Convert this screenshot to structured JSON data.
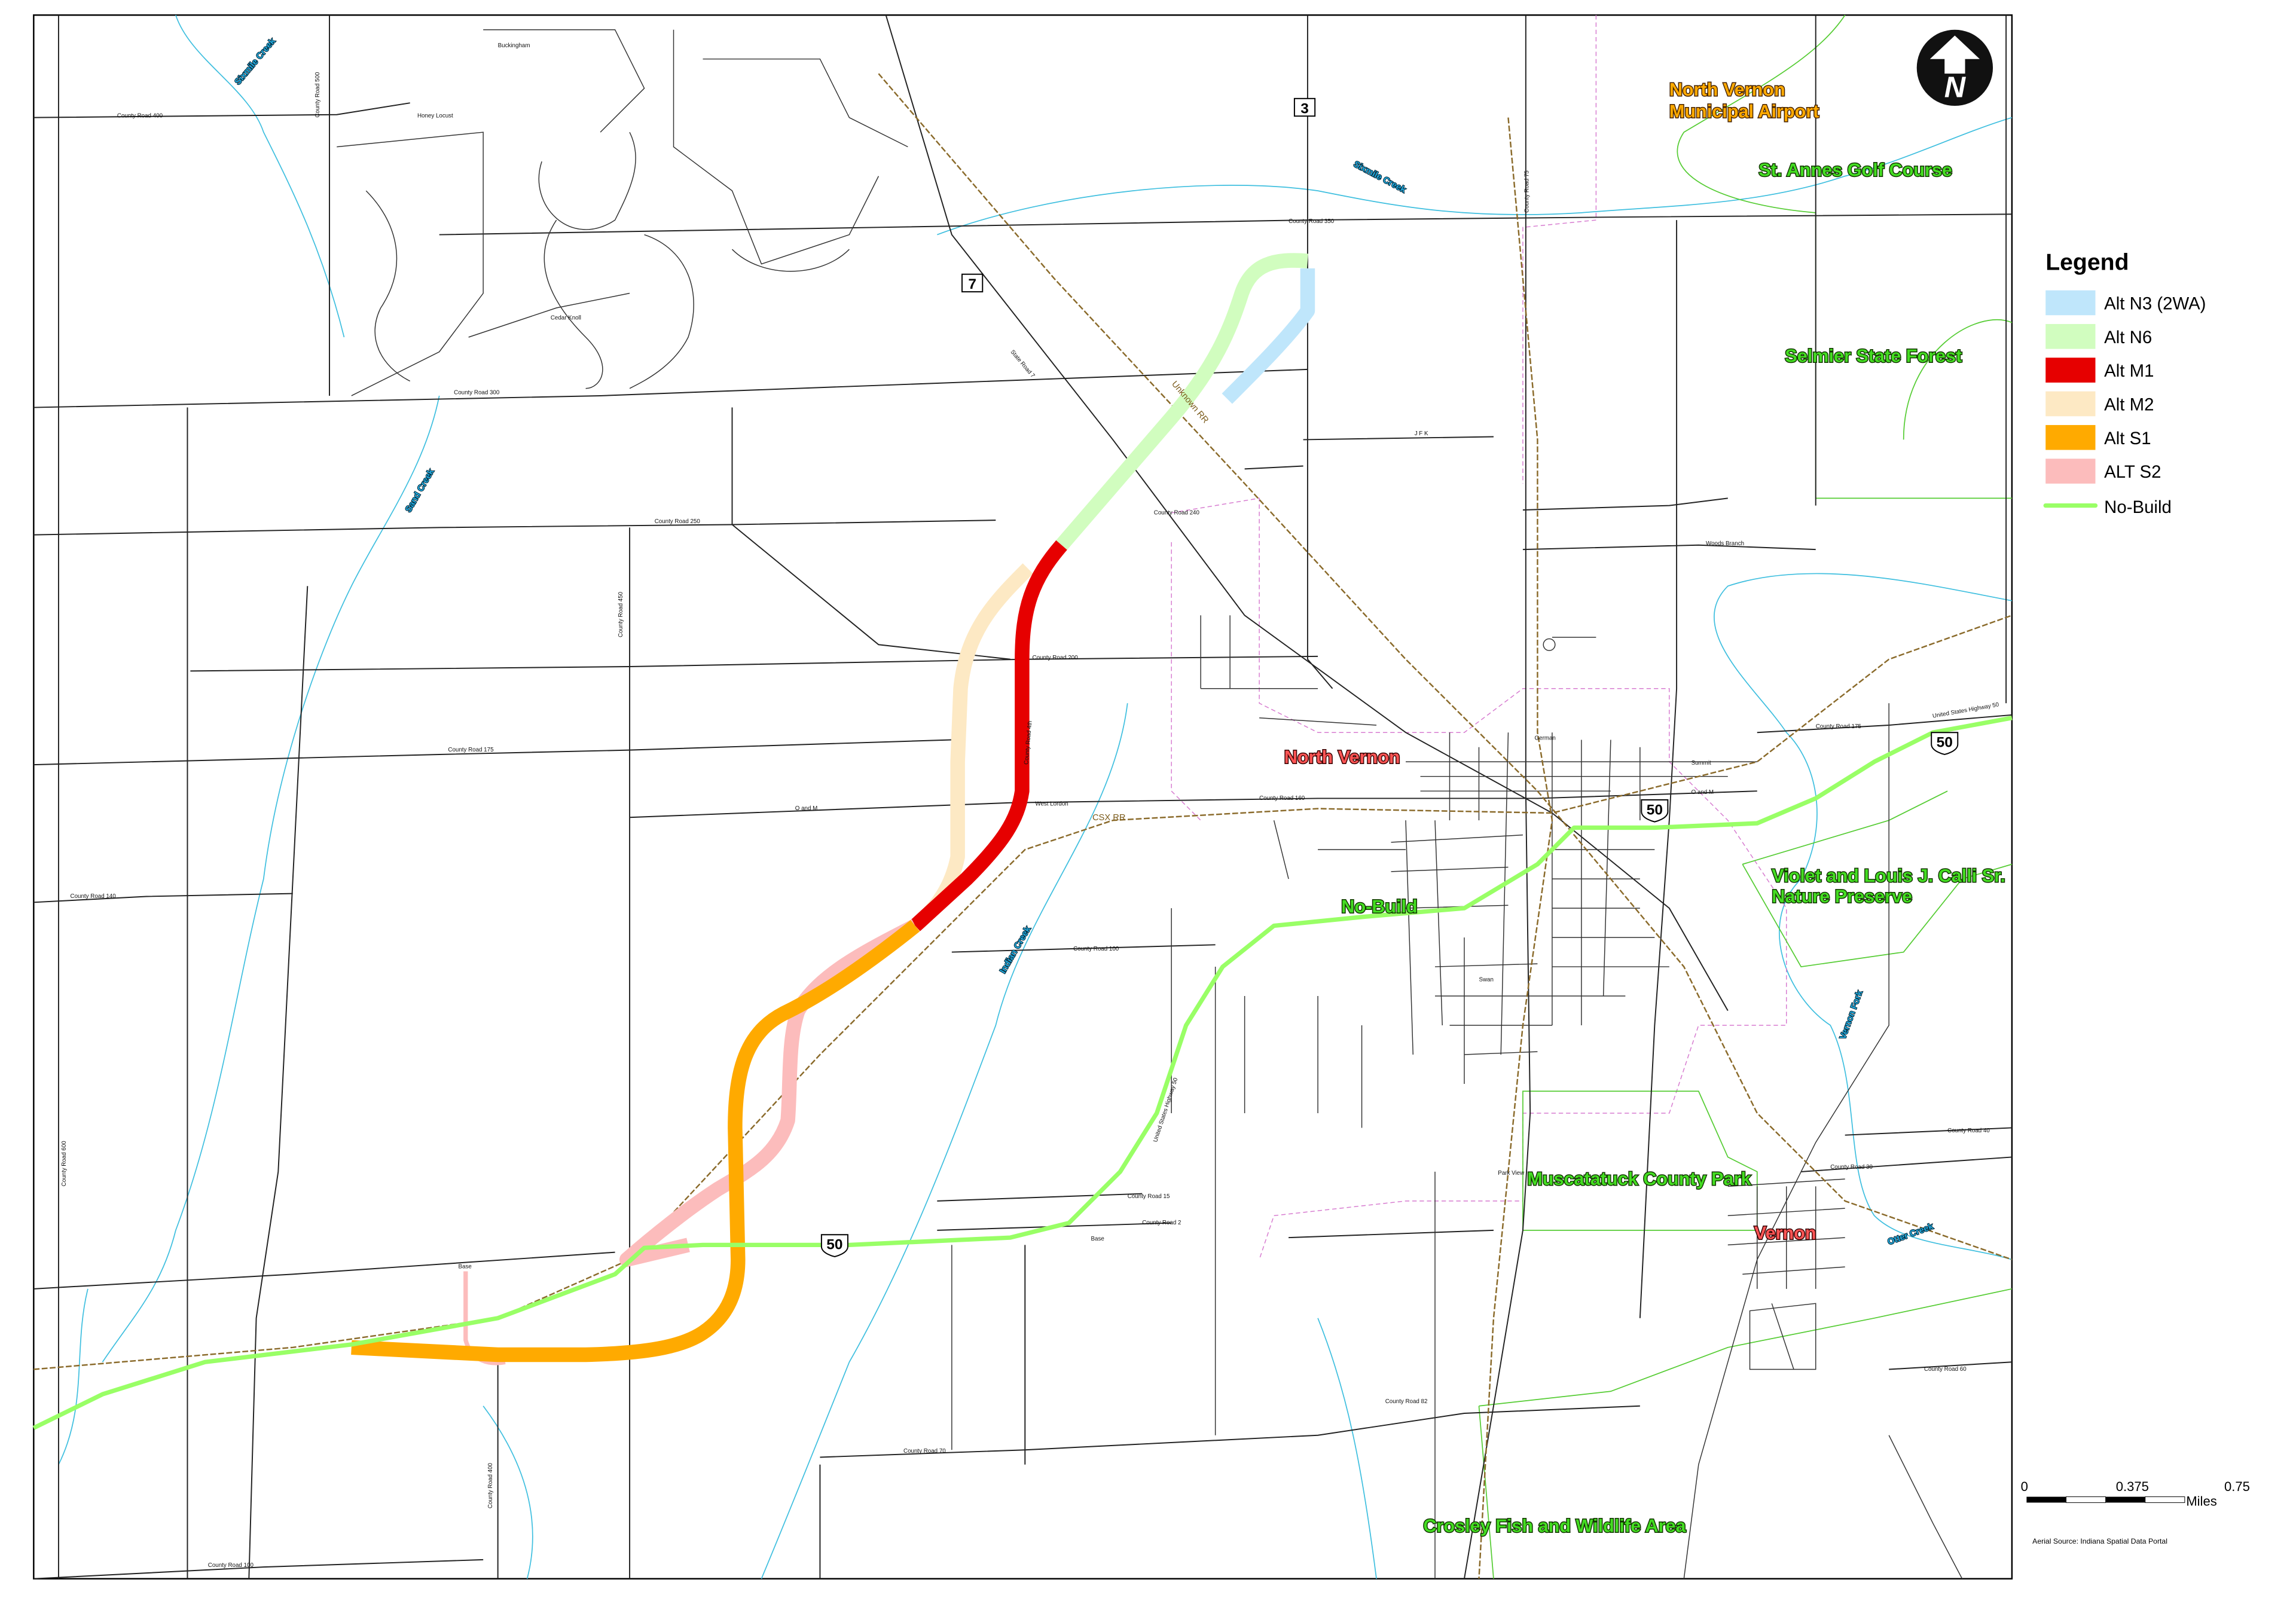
{
  "legend": {
    "title": "Legend",
    "items": [
      {
        "label": "Alt N3 (2WA)",
        "color": "#bfe6fb",
        "type": "fill"
      },
      {
        "label": "Alt N6",
        "color": "#d1fdbf",
        "type": "fill"
      },
      {
        "label": "Alt M1",
        "color": "#e60000",
        "type": "fill"
      },
      {
        "label": "Alt M2",
        "color": "#fde9c4",
        "type": "fill"
      },
      {
        "label": "Alt S1",
        "color": "#ffaa00",
        "type": "fill"
      },
      {
        "label": "ALT S2",
        "color": "#fcbcbc",
        "type": "fill"
      },
      {
        "label": "No-Build",
        "color": "#99ff66",
        "type": "line"
      }
    ]
  },
  "scale_bar": {
    "ticks": [
      "0",
      "0.375",
      "0.75"
    ],
    "unit": "Miles"
  },
  "source_note": "Aerial Source: Indiana Spatial Data Portal",
  "north_arrow": {
    "letter": "N"
  },
  "places": {
    "airport": [
      "North Vernon",
      "Municipal Airport"
    ],
    "golf": "St. Annes Golf Course",
    "forest": "Selmier State Forest",
    "north_vernon": "North Vernon",
    "no_build": "No-Build",
    "preserve": [
      "Violet and Louis J. Calli Sr.",
      "Nature Preserve"
    ],
    "county_park": "Muscatatuck County Park",
    "vernon": "Vernon",
    "crosley": "Crosley Fish and Wildlife Area"
  },
  "shields": {
    "sr3": "3",
    "sr7": "7",
    "us50": "50"
  },
  "railroads": {
    "unknown": "Unknown RR",
    "csx": "CSX RR"
  },
  "creeks": {
    "sixmile": "Sixmile Creek",
    "creek2": "Sixmile Creek",
    "creek3": "Sand Creek",
    "creek4": "Indian Creek",
    "creek5": "Vernon Fork",
    "creek6": "Otter Creek"
  },
  "roads": {
    "cr400": "County Road 400",
    "cr350": "County Road 350",
    "cr300": "County Road 300",
    "cr250": "County Road 250",
    "cr240": "County Road 240",
    "cr200": "County Road 200",
    "cr175": "County Road 175",
    "cr175e": "County Road 175",
    "cr160": "County Road 160",
    "cr140": "County Road 140",
    "cr100": "County Road 100",
    "cr100e": "County Road 100",
    "cr70": "County Road 70",
    "cr60": "County Road 60",
    "cr40": "County Road 40",
    "cr30": "County Road 30",
    "cr15": "County Road 15",
    "cr2": "County Road 2",
    "cr82": "County Road 82",
    "cr75": "County Road 75",
    "cr500": "County Road 500",
    "cr450": "County Road 450",
    "cr600": "County Road 600",
    "crw400": "County Road 400",
    "west_lordon": "West Lordon",
    "o_and_m": "O and M",
    "o_and_m2": "O and M",
    "base": "Base",
    "base2": "Base",
    "state_road7": "State Road 7",
    "us50_label": "United States Highway 50",
    "us50_label2": "United States Highway 50",
    "jfk": "J F K",
    "woods_branch": "Woods Branch",
    "cr_fourth": "County Road 4th",
    "summit": "Summit",
    "german": "German",
    "honey_locust": "Honey Locust",
    "buckingham": "Buckingham",
    "cedar_knoll": "Cedar Knoll",
    "park_view": "Park View",
    "swan": "Swan"
  }
}
